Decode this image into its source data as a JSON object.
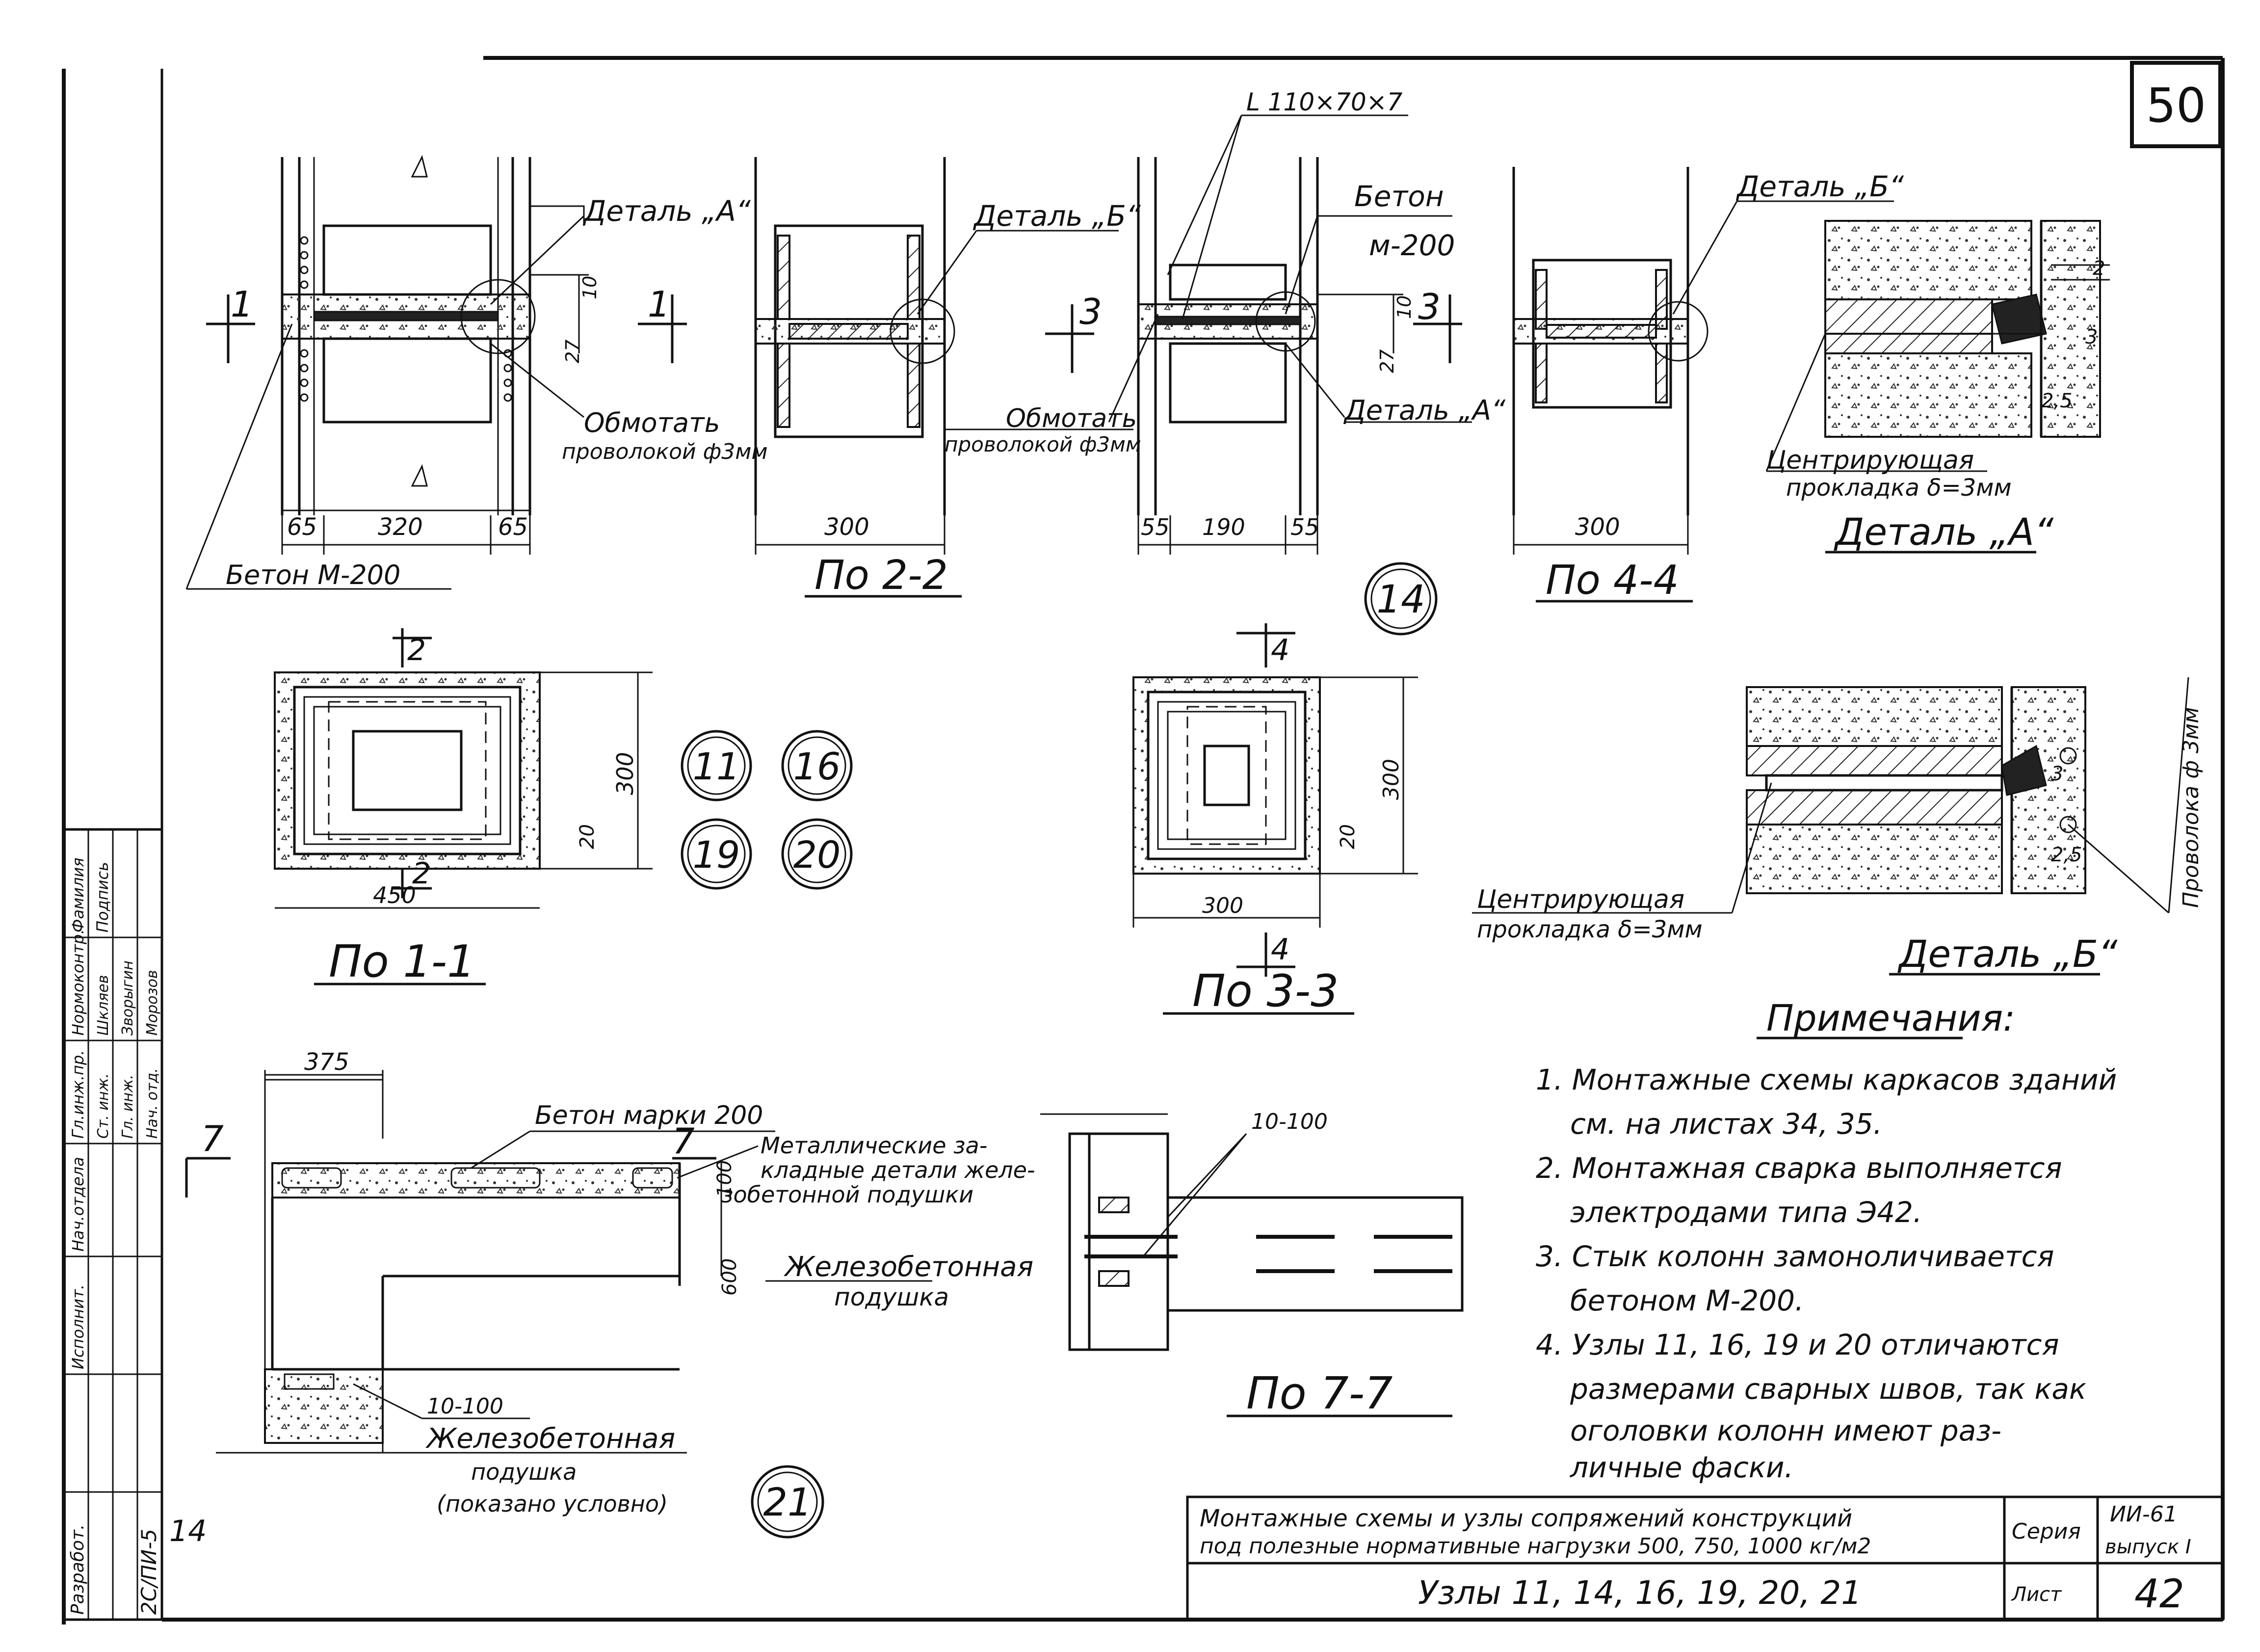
{
  "sheet": {
    "page_number": "50",
    "sheet_number": "42",
    "series_label": "Серия",
    "series_value": "ИИ-61",
    "issue_label": "выпуск I",
    "sheet_label": "Лист",
    "title_line1": "Монтажные схемы и узлы сопряжений конструкций",
    "title_line2": "под полезные нормативные нагрузки 500, 750, 1000 кг/м2",
    "title_nodes": "Узлы 11, 14, 16, 19, 20, 21",
    "archive_code": "2С/ПИ-5",
    "archive_num": "14"
  },
  "stamp": {
    "headers": [
      "Разработ.",
      "Исполнит.",
      "Нач.отдела",
      "Гл.инж.пр.",
      "Нормоконтр.",
      "Фамилия",
      "Подпись"
    ],
    "rows": [
      [
        "Ст. инж.",
        "Шкляев"
      ],
      [
        "Гл. инж.",
        "Зворыгин"
      ],
      [
        "Нач. отд.",
        "Морозов"
      ]
    ]
  },
  "details": {
    "angle": "L 110×70×7",
    "detail_a": "Деталь „А“",
    "detail_b": "Деталь „Б“",
    "wire_wrap_1": "Обмотать",
    "wire_wrap_2": "проволокой ф3мм",
    "concrete_m200": "Бетон М-200",
    "concrete_line1": "Бетон",
    "concrete_line2": "м-200",
    "dim_65a": "65",
    "dim_320": "320",
    "dim_65b": "65",
    "dim_300a": "300",
    "dim_55a": "55",
    "dim_190": "190",
    "dim_55b": "55",
    "dim_300b": "300",
    "dim_10": "10",
    "dim_27": "27",
    "dim_10b": "10",
    "dim_27b": "27",
    "view_2_2": "По 2-2",
    "view_4_4": "По 4-4",
    "view_1_1": "По 1-1",
    "view_3_3": "По 3-3",
    "view_7_7": "По 7-7",
    "cut_1": "1",
    "cut_1b": "1",
    "cut_2": "2",
    "cut_2b": "2",
    "cut_3": "3",
    "cut_3b": "3",
    "cut_4": "4",
    "cut_4b": "4",
    "cut_7": "7",
    "cut_7b": "7",
    "node_14": "14",
    "node_11": "11",
    "node_16": "16",
    "node_19": "19",
    "node_20": "20",
    "node_21": "21",
    "plan_300a": "300",
    "plan_450": "450",
    "plan_20a": "20",
    "plan_300b": "300",
    "plan_300c": "300",
    "plan_20b": "20",
    "centering_1": "Центрирующая",
    "centering_2": "прокладка δ=3мм",
    "det_2": "2",
    "det_3": "3",
    "det_25": "2,5",
    "det_3b": "3",
    "det_25b": "2,5",
    "wire_vertical": "Проволока ф 3мм",
    "dim_375": "375",
    "concrete_grade": "Бетон марки 200",
    "metal_parts_1": "Металлические за-",
    "metal_parts_2": "кладные детали желе-",
    "metal_parts_3": "зобетонной подушки",
    "rc_cushion_1": "Железобетонная",
    "rc_cushion_2": "подушка",
    "rc_cushion_3": "(показано условно)",
    "dim_100": "100",
    "dim_600": "600",
    "weld_10_100a": "10-100",
    "weld_10_100b": "10-100"
  },
  "notes": {
    "title": "Примечания:",
    "lines": [
      "1. Монтажные схемы каркасов зданий",
      "см. на листах 34, 35.",
      "2. Монтажная сварка выполняется",
      "электродами типа Э42.",
      "3. Стык колонн замоноличивается",
      "бетоном М-200.",
      "4. Узлы 11, 16, 19 и 20 отличаются",
      "размерами сварных швов, так как",
      "оголовки колонн имеют раз-",
      "личные фаски."
    ]
  }
}
